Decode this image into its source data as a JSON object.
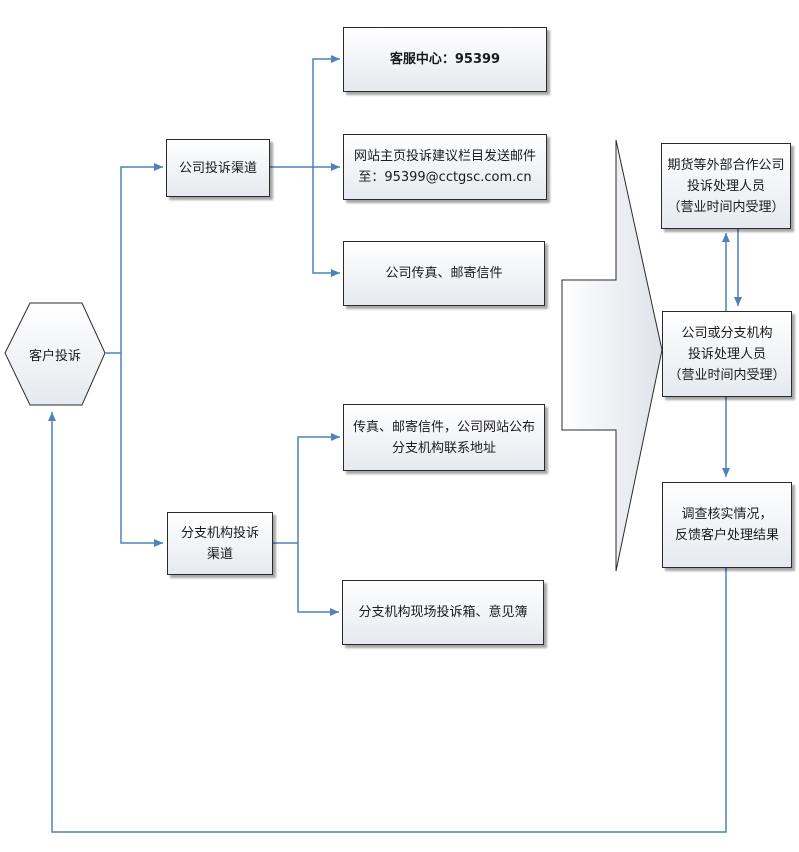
{
  "colors": {
    "line": "#4f81bd",
    "border": "#2b2b2b",
    "fill_top": "#ffffff",
    "fill_bottom": "#e6e9ef"
  },
  "nodes": {
    "customer_complaint": "客户投诉",
    "company_channel": "公司投诉渠道",
    "branch_channel": "分支机构投诉\n渠道",
    "hotline": "客服中心：95399",
    "website_email": "网站主页投诉建议栏目发送邮件\n至：95399@cctgsc.com.cn",
    "fax_mail_company": "公司传真、邮寄信件",
    "fax_mail_branch": "传真、邮寄信件，公司网站公布\n分支机构联系地址",
    "branch_onsite": "分支机构现场投诉箱、意见簿",
    "external_handler": "期货等外部合作公司\n投诉处理人员\n（营业时间内受理）",
    "company_handler": "公司或分支机构\n投诉处理人员\n（营业时间内受理）",
    "investigate": "调查核实情况，\n反馈客户处理结果"
  }
}
